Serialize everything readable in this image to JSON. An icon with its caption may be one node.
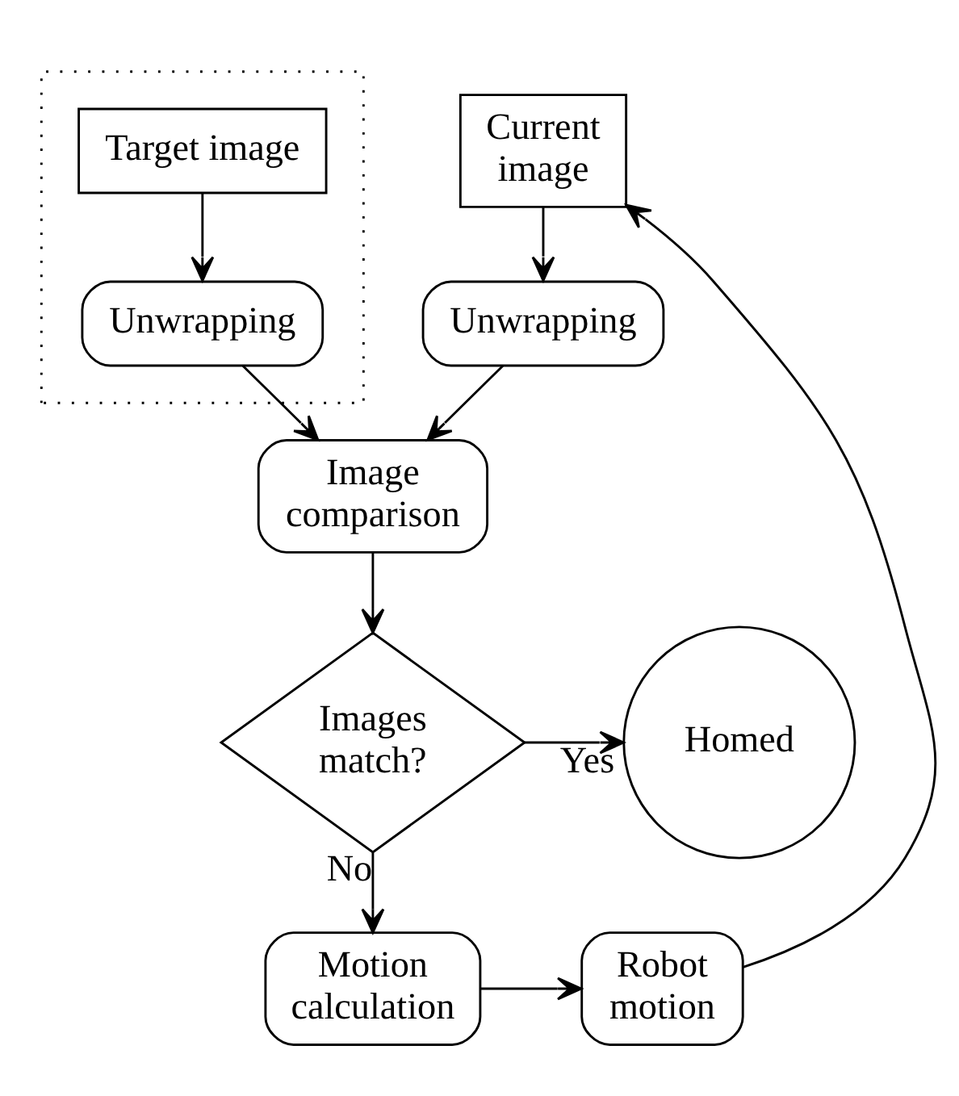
{
  "diagram": {
    "nodes": [
      {
        "text": [],
        "shape": "box"
      },
      {
        "text": [
          "Target image"
        ],
        "in": 0
      },
      {
        "text": [
          "Unwrapping"
        ],
        "in": 0
      },
      {
        "text": [
          "Current image"
        ]
      },
      {
        "text": [
          "Unwrapping"
        ]
      },
      {
        "text": [
          "Image comparison"
        ]
      },
      {
        "text": [
          "Images match?"
        ]
      },
      {
        "text": [
          "Homed"
        ]
      },
      {
        "text": [
          "Motion calculation"
        ]
      },
      {
        "text": [
          "Robot motion"
        ]
      }
    ],
    "edges": [
      {
        "from": 1,
        "to": 2,
        "arrow": "to"
      },
      {
        "from": 3,
        "to": 4,
        "arrow": "to"
      },
      {
        "from": 2,
        "to": 5,
        "arrow": "to"
      },
      {
        "from": 4,
        "to": 5,
        "arrow": "to"
      },
      {
        "from": 5,
        "to": 6,
        "arrow": "to"
      },
      {
        "from": 6,
        "to": 7,
        "arrow": "to",
        "label": "Yes"
      },
      {
        "from": 6,
        "to": 8,
        "arrow": "to",
        "label": "No"
      },
      {
        "from": 8,
        "to": 9,
        "arrow": "to"
      },
      {
        "from": 9,
        "to": 3,
        "arrow": "to"
      }
    ]
  }
}
